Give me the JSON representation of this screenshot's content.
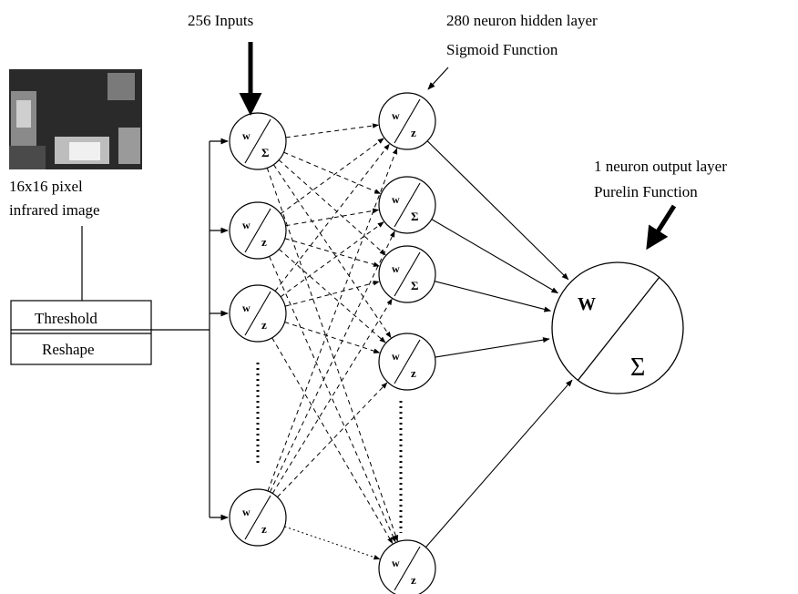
{
  "labels": {
    "inputs": "256 Inputs",
    "hidden_line1": "280 neuron hidden layer",
    "hidden_line2": "Sigmoid Function",
    "output_line1": "1 neuron output layer",
    "output_line2": "Purelin Function"
  },
  "image": {
    "caption_line1": "16x16 pixel",
    "caption_line2": "infrared image"
  },
  "preprocess": {
    "step1": "Threshold",
    "step2": "Reshape"
  },
  "neuron": {
    "weight_symbol": "w",
    "sum_symbols": [
      "Σ",
      "z"
    ]
  },
  "input_layer": {
    "neurons": [
      {
        "sum_symbol": "Σ"
      },
      {
        "sum_symbol": "z"
      },
      {
        "sum_symbol": "z"
      },
      {
        "sum_symbol": "z"
      }
    ]
  },
  "hidden_layer": {
    "neurons": [
      {
        "sum_symbol": "z"
      },
      {
        "sum_symbol": "Σ"
      },
      {
        "sum_symbol": "Σ"
      },
      {
        "sum_symbol": "z"
      },
      {
        "sum_symbol": "z"
      }
    ]
  },
  "output": {
    "weight_symbol": "W",
    "sum_symbol": "Σ"
  }
}
